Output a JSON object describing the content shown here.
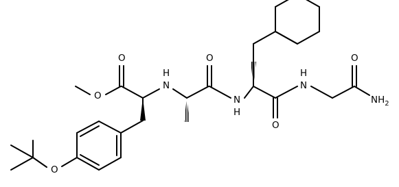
{
  "molecule": {
    "atom_labels": {
      "o_carbonyl_ester": "O",
      "o_ester": "O",
      "o_ether": "O",
      "n_amine": "N",
      "h_amine": "H",
      "o_ala_carbonyl": "O",
      "n_amide_1": "N",
      "h_amide_1": "H",
      "o_phe_carbonyl": "O",
      "n_amide_2": "N",
      "h_amide_2": "H",
      "o_gly_carbonyl": "O",
      "nh2_terminal": "NH",
      "nh2_subscript": "2"
    }
  }
}
